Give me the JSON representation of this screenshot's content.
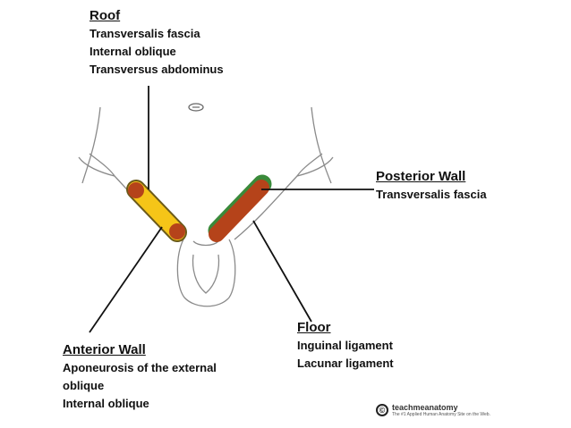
{
  "labels": {
    "roof": {
      "heading": "Roof",
      "items": [
        "Transversalis fascia",
        "Internal oblique",
        "Transversus abdominus"
      ]
    },
    "posterior_wall": {
      "heading": "Posterior Wall",
      "items": [
        "Transversalis fascia"
      ]
    },
    "anterior_wall": {
      "heading": "Anterior Wall",
      "items": [
        "Aponeurosis of the external oblique",
        "Internal oblique"
      ]
    },
    "floor": {
      "heading": "Floor",
      "items": [
        "Inguinal ligament",
        "Lacunar ligament"
      ]
    }
  },
  "credit": {
    "brand": "teachmeanatomy",
    "tagline": "The #1 Applied Human Anatomy Site on the Web."
  },
  "colors": {
    "anterior_wall_fill": "#f5c518",
    "muscle_brown": "#b5431a",
    "fascia_green": "#3a8a3a",
    "outline": "#888888",
    "leader_line": "#111111"
  }
}
